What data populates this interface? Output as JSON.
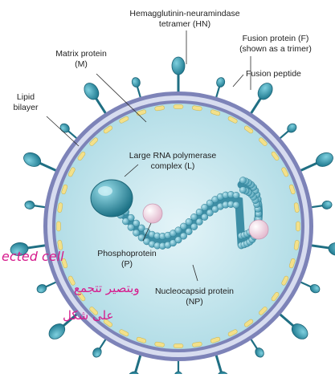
{
  "labels": {
    "hn_line1": "Hemagglutinin-neuramindase",
    "hn_line2": "tetramer (HN)",
    "fusion_line1": "Fusion protein (F)",
    "fusion_line2": "(shown as a trimer)",
    "fusion_peptide": "Fusion peptide",
    "matrix_line1": "Matrix protein",
    "matrix_line2": "(M)",
    "lipid_line1": "Lipid",
    "lipid_line2": "bilayer",
    "polymerase_line1": "Large RNA polymerase",
    "polymerase_line2": "complex (L)",
    "phospho_line1": "Phosphoprotein",
    "phospho_line2": "(P)",
    "nucleocapsid_line1": "Nucleocapsid protein",
    "nucleocapsid_line2": "(NP)"
  },
  "handwriting": {
    "line1": "ected cell",
    "line2": "وبتصير تتجمع",
    "line3": "على شكل"
  },
  "colors": {
    "interior": "#bfe3ea",
    "membrane_outer": "#7d83b8",
    "membrane_band": "#d7dcef",
    "matrix": "#f3e08a",
    "spike": "#2f95ab",
    "spike_dark": "#1f6f83",
    "nucleocapsid": "#5aa8bd",
    "phospho": "#f2d6e4",
    "annotation_ink": "#d61a8c"
  }
}
